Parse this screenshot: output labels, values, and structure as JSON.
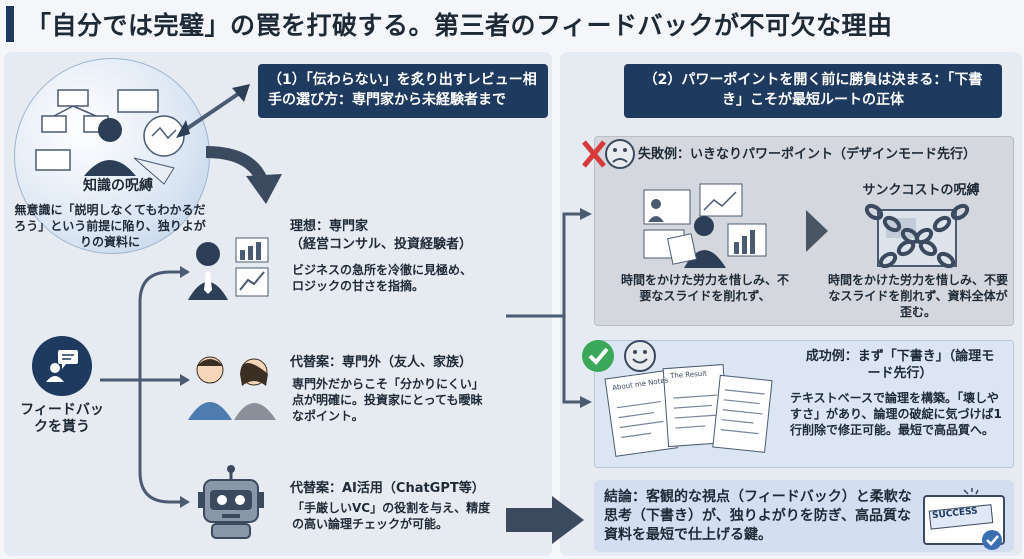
{
  "title": "「自分では完璧」の罠を打破する。第三者のフィードバックが不可欠な理由",
  "headers": {
    "left": "（1）「伝わらない」を炙り出すレビュー相手の選び方：専門家から未経験者まで",
    "right": "（2）パワーポイントを開く前に勝負は決まる：「下書き」こそが最短ルートの正体"
  },
  "curse": {
    "title": "知識の呪縛",
    "desc": "無意識に「説明しなくてもわかるだろう」という前提に陥り、独りよがりの資料に"
  },
  "feedback": {
    "label": "フィードバックを貰う"
  },
  "options": [
    {
      "title": "理想：専門家",
      "subtitle": "（経営コンサル、投資経験者）",
      "desc": "ビジネスの急所を冷徹に見極め、ロジックの甘さを指摘。"
    },
    {
      "title": "代替案：専門外（友人、家族）",
      "desc": "専門外だからこそ「分かりにくい」点が明確に。投資家にとっても曖昧なポイント。"
    },
    {
      "title": "代替案：AI活用（ChatGPT等）",
      "desc": "「手厳しいVC」の役割を与え、精度の高い論理チェックが可能。"
    }
  ],
  "failure": {
    "title": "失敗例：いきなりパワーポイント（デザインモード先行）",
    "left_caption": "時間をかけた労力を惜しみ、不要なスライドを削れず、",
    "sunk_cost_title": "サンクコストの呪縛",
    "right_caption": "時間をかけた労力を惜しみ、不要なスライドを削れず、資料全体が歪む。"
  },
  "success": {
    "title": "成功例：まず「下書き」（論理モード先行）",
    "desc": "テキストベースで論理を構築。「壊しやすさ」があり、論理の破綻に気づけば1行削除で修正可能。最短で高品質へ。",
    "note_label": "About me Notes",
    "doc_label": "The Result"
  },
  "conclusion": {
    "text": "結論：客観的な視点（フィードバック）と柔軟な思考（下書き）が、独りよがりを防ぎ、高品質な資料を最短で仕上げる鍵。",
    "badge": "SUCCESS"
  },
  "colors": {
    "navy": "#1f3a5f",
    "panel": "#e6ebf2",
    "fail_x": "#d63a3a",
    "success_check": "#3aa85a"
  }
}
